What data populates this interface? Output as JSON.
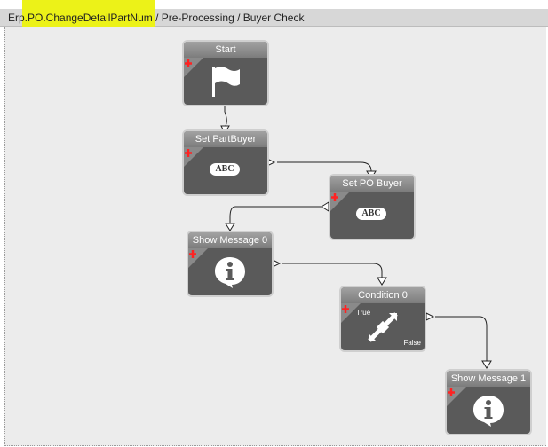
{
  "breadcrumb": {
    "method": "Erp.PO.ChangeDetailPartNum",
    "rest": " / Pre-Processing / Buyer Check"
  },
  "nodes": {
    "start": {
      "title": "Start",
      "icon": "flag-icon"
    },
    "set_partbuyer": {
      "title": "Set PartBuyer",
      "icon_text": "ABC"
    },
    "set_po_buyer": {
      "title": "Set PO Buyer",
      "icon_text": "ABC"
    },
    "show_message_0": {
      "title": "Show Message 0",
      "icon": "info-bubble-icon"
    },
    "condition_0": {
      "title": "Condition 0",
      "true_label": "True",
      "false_label": "False",
      "icon": "condition-arrow-icon"
    },
    "show_message_1": {
      "title": "Show Message 1",
      "icon": "info-bubble-icon"
    }
  },
  "colors": {
    "highlight": "#ecf218",
    "node_body": "#5a5a5a",
    "add_cross": "#ff2222"
  }
}
